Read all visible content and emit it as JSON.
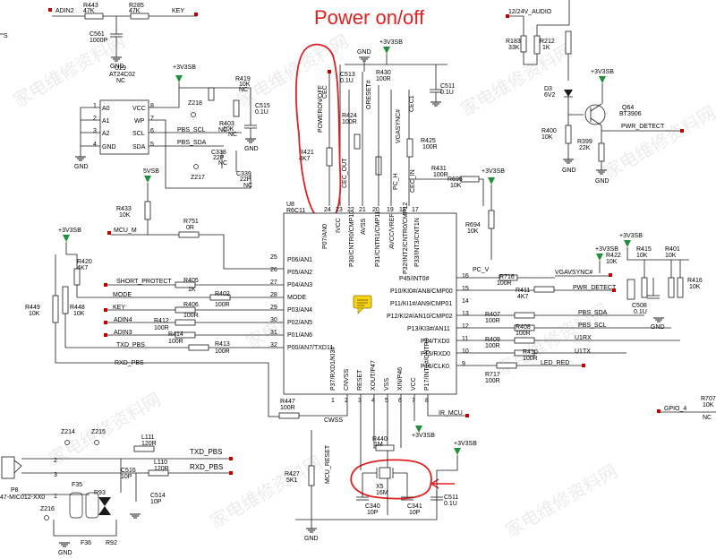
{
  "annotation": {
    "title": "Power on/off",
    "color": "#e02020"
  },
  "chip": {
    "ref": "U8",
    "value": "R6C11",
    "pins_left": [
      {
        "num": "25",
        "name": "P06/AN1"
      },
      {
        "num": "26",
        "name": "P05/AN2"
      },
      {
        "num": "27",
        "name": "P04/AN3"
      },
      {
        "num": "28",
        "name": "MODE"
      },
      {
        "num": "29",
        "name": "P03/AN4"
      },
      {
        "num": "30",
        "name": "P02/AN5"
      },
      {
        "num": "31",
        "name": "P01/AN6"
      },
      {
        "num": "32",
        "name": "P00/AN7/TXD11"
      }
    ],
    "pins_right": [
      {
        "num": "16",
        "name": "P45/INT0#"
      },
      {
        "num": "15",
        "name": "P10/KI0#/AN8/CMP00"
      },
      {
        "num": "14",
        "name": "P11/KI1#/AN9/CMP01"
      },
      {
        "num": "13",
        "name": "P12/KI2#/AN10/CMP02"
      },
      {
        "num": "12",
        "name": "P13/KI3#/AN11"
      },
      {
        "num": "11",
        "name": "P14/TXD0"
      },
      {
        "num": "10",
        "name": "P15/RXD0"
      },
      {
        "num": "9",
        "name": "P16/CLK0"
      }
    ],
    "pins_top": [
      {
        "num": "24",
        "name": "P07/AN0"
      },
      {
        "num": "23",
        "name": "IVCC"
      },
      {
        "num": "22",
        "name": "P30/CNTR0/CMP10"
      },
      {
        "num": "21",
        "name": "AVSS"
      },
      {
        "num": "20",
        "name": "P31/CNTR1/CMP11"
      },
      {
        "num": "19",
        "name": "AVCC/VREF"
      },
      {
        "num": "18",
        "name": "P32/INT2/CNTR0/CMP12"
      },
      {
        "num": "17",
        "name": "P33/INT3/CNT1N"
      }
    ],
    "pins_bottom": [
      {
        "num": "1",
        "name": "P37/RXD1/KI3#"
      },
      {
        "num": "2",
        "name": "CNVSS"
      },
      {
        "num": "3",
        "name": "RESET"
      },
      {
        "num": "4",
        "name": "XOUT/P47"
      },
      {
        "num": "5",
        "name": "VSS"
      },
      {
        "num": "6",
        "name": "XIN/P46"
      },
      {
        "num": "7",
        "name": "VCC"
      },
      {
        "num": "8",
        "name": "P17/INT1#/CNTR0"
      }
    ]
  },
  "top_left": {
    "adin2": "ADIN2",
    "key": "KEY",
    "r443": "R443",
    "r443v": "47K",
    "r285": "R285",
    "r285v": "47K",
    "c561": "C561",
    "c561v": "1000P",
    "gnd": "GND",
    "edge_s": "S"
  },
  "eeprom": {
    "ref": "U29",
    "value": "AT24C02",
    "nc": "NC",
    "pins": [
      "A0",
      "A1",
      "A2",
      "GND",
      "VCC",
      "WP",
      "SCL",
      "SDA"
    ],
    "nums": [
      "1",
      "2",
      "3",
      "4",
      "8",
      "7",
      "6",
      "5"
    ],
    "vcc_label": "+3V3SB",
    "z218": "Z218",
    "z217": "Z217",
    "r419": "R419",
    "r419v": "10K",
    "r419nc": "NC",
    "c515": "C515",
    "c515v": "0.1U",
    "r403": "R403",
    "r403v": "10K",
    "r403nc": "NC",
    "c338": "C338",
    "c338v": "22P",
    "c338nc": "NC",
    "c339": "C339",
    "c339v": "22P",
    "c339nc": "NC",
    "pbs_scl": "PBS_SCL",
    "pbs_sda": "PBS_SDA",
    "nc_pbs_scl": "NC",
    "nc_pbs_sda": "NC"
  },
  "top_mid": {
    "gnd": "GND",
    "vcc": "+3V3SB",
    "c513": "C513",
    "c513v": "0.1U",
    "cec": "CEC",
    "r424": "R424",
    "r424v": "100R",
    "oreset": "ORESET#",
    "r430": "R430",
    "r430v": "100R",
    "vgasync": "VGASYNC#",
    "c511": "C511",
    "c511v": "0.1U",
    "cec1": "CEC1",
    "r425": "R425",
    "r425v": "100R",
    "power_onoff": "POWERON/OFF",
    "r421": "R421",
    "r421v": "4K7",
    "cec_out": "CEC_OUT",
    "pc_h": "PC_H",
    "cec_in": "CEC_IN",
    "r431": "R431",
    "r431v": "100R",
    "r695": "R695",
    "r695v": "10K",
    "vcc2": "+3V3SB"
  },
  "top_right": {
    "audio": "12/24V_AUDIO",
    "r183": "R183",
    "r183v": "33K",
    "r212": "R212",
    "r212v": "1K",
    "vcc": "+3V3SB",
    "d3": "D3",
    "d3v": "6V2",
    "q64": "Q64",
    "q64v": "BT3906",
    "pwr_detect": "PWR_DETECT",
    "r400": "R400",
    "r400v": "10K",
    "r399": "R399",
    "r399v": "22K"
  },
  "left_side": {
    "vsb5": "5VSB",
    "r433": "R433",
    "r433v": "10K",
    "r751": "R751",
    "r751v": "0R",
    "mcu_m": "MCU_M",
    "vcc": "+3V3SB",
    "r420": "R420",
    "r420v": "4K7",
    "r449": "R449",
    "r449v": "10K",
    "r448": "R448",
    "r448v": "10K",
    "short_protect": "SHORT_PROTECT",
    "mode": "MODE",
    "key": "KEY",
    "adin4": "ADIN4",
    "adin3": "ADIN3",
    "txd_pbs": "TXD_PBS",
    "rxd_pbs": "RXD_PBS",
    "r405": "R405",
    "r405v": "1K",
    "r402": "R402",
    "r402v": "100R",
    "r406": "R406",
    "r406v": "100R",
    "r412": "R412",
    "r412v": "100R",
    "r414": "R414",
    "r414v": "100R",
    "r413": "R413",
    "r413v": "100R"
  },
  "right_side": {
    "pc_v": "PC_V",
    "r716": "R716",
    "r716v": "100R",
    "vgasync": "VGAVSYNC#",
    "r411": "R411",
    "r411v": "4K7",
    "pwr_detect": "PWR_DETECT",
    "r694": "R694",
    "r694v": "10K",
    "vcc": "+3V3SB",
    "vcc2": "+3V3SB",
    "r422": "R422",
    "r422v": "10K",
    "r415": "R415",
    "r415v": "10K",
    "r401": "R401",
    "r401v": "10K",
    "r416": "R416",
    "r416v": "10K",
    "c508": "C508",
    "c508v": "0.1U",
    "gnd": "GND",
    "r407": "R407",
    "r407v": "100R",
    "pbs_sda": "PBS_SDA",
    "r408": "R408",
    "r408v": "100R",
    "pbs_scl": "PBS_SCL",
    "r409": "R409",
    "r409v": "100R",
    "u1rx": "U1RX",
    "r410": "R410",
    "r410v": "100R",
    "u1tx": "U1TX",
    "r717": "R717",
    "r717v": "100R",
    "led_red": "LED_RED",
    "gpio4": "GPIO_4",
    "r707": "R707",
    "r707v": "10K",
    "nc": "NC"
  },
  "bottom": {
    "r447": "R447",
    "r447v": "100R",
    "cwss": "CWSS",
    "ir_mcu": "IR_MCU",
    "vcc": "+3V3SB",
    "vcc2": "+3V3SB",
    "r440": "R440",
    "r440v": "1M",
    "x5": "X5",
    "x5v": "16M",
    "c340": "C340",
    "c340v": "10P",
    "c341": "C341",
    "c341v": "10P",
    "c511": "C511",
    "c511v": "0.1U",
    "r427": "R427",
    "r427v": "5K1",
    "mcu_reset": "MCU_RESET",
    "gnd": "GND"
  },
  "connector": {
    "ref": "P8",
    "value": "47-MIC012-XX0",
    "z214": "Z214",
    "z215": "Z215",
    "z216": "Z216",
    "l111": "L111",
    "l111v": "120R",
    "l110": "L110",
    "l110v": "120R",
    "txd_pbs": "TXD_PBS",
    "rxd_pbs": "RXD_PBS",
    "c516": "C516",
    "c516v": "10P",
    "c514": "C514",
    "c514v": "10P",
    "f35": "F35",
    "f36": "F36",
    "r93": "R93",
    "r92": "R92",
    "gnd": "GND",
    "pin2": "2",
    "pin3": "3",
    "pin1": "1"
  }
}
